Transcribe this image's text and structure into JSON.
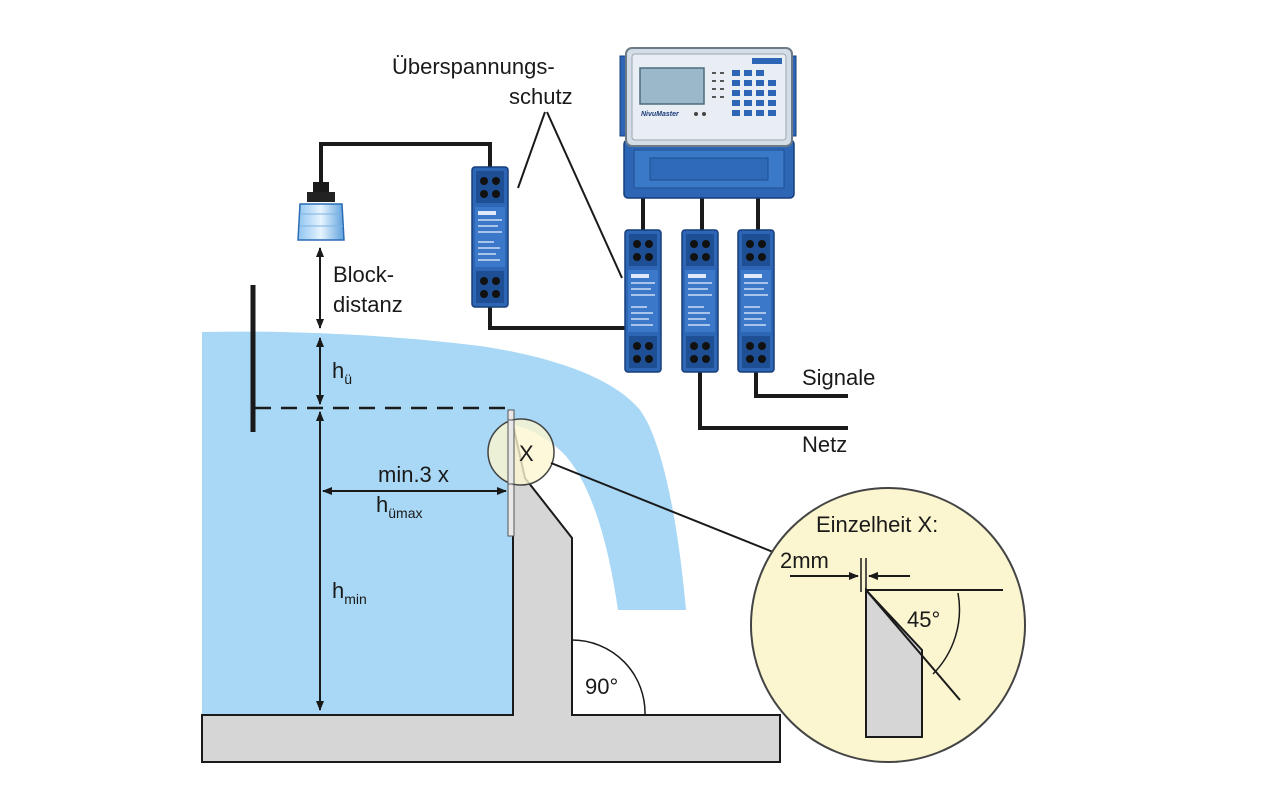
{
  "labels": {
    "surge_protection_line1": "Überspannungs-",
    "surge_protection_line2": "schutz",
    "block_distance_line1": "Block-",
    "block_distance_line2": "distanz",
    "h_u_main": "h",
    "h_u_sub": "ü",
    "min_distance": "min.3 x",
    "h_umax_main": "h",
    "h_umax_sub": "ümax",
    "h_min_main": "h",
    "h_min_sub": "min",
    "detail_marker": "X",
    "detail_title": "Einzelheit X:",
    "dimension_2mm": "2mm",
    "angle_45": "45°",
    "angle_90": "90°",
    "signals": "Signale",
    "mains": "Netz"
  },
  "controller": {
    "brand": "NivuMaster"
  },
  "colors": {
    "water": "#a8d8f5",
    "concrete": "#d6d6d6",
    "device_blue": "#2d66b5",
    "detail_fill": "#fbf6cf",
    "wire": "#1a1a1a"
  }
}
